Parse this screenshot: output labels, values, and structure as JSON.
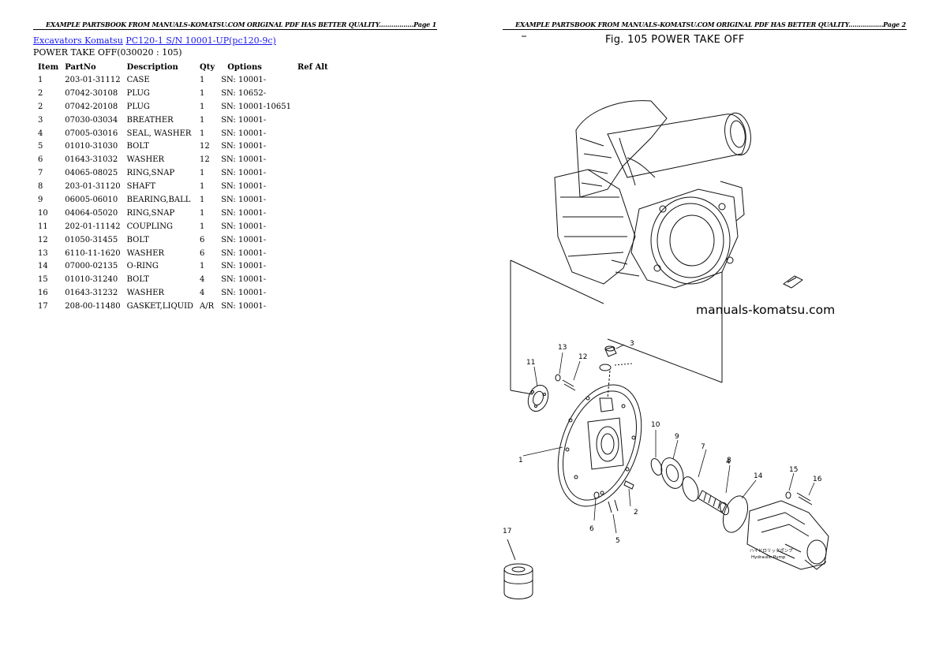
{
  "pages": [
    {
      "header": "EXAMPLE PARTSBOOK FROM MANUALS-KOMATSU.COM ORIGINAL PDF HAS BETTER QUALITY.................Page 1"
    },
    {
      "header": "EXAMPLE PARTSBOOK FROM MANUALS-KOMATSU.COM ORIGINAL PDF HAS BETTER QUALITY.................Page 2"
    }
  ],
  "breadcrumb": {
    "category_link": "Excavators Komatsu",
    "model_link": "PC120-1 S/N 10001-UP(pc120-9c)"
  },
  "subtitle": "POWER TAKE OFF(030020 : 105)",
  "table": {
    "headers": [
      "Item",
      "PartNo",
      "Description",
      "Qty",
      "Options",
      "Ref Alt"
    ],
    "rows": [
      [
        "1",
        "203-01-31112",
        "CASE",
        "1",
        "SN: 10001-",
        ""
      ],
      [
        "2",
        "07042-30108",
        "PLUG",
        "1",
        "SN: 10652-",
        ""
      ],
      [
        "2",
        "07042-20108",
        "PLUG",
        "1",
        "SN: 10001-10651",
        ""
      ],
      [
        "3",
        "07030-03034",
        "BREATHER",
        "1",
        "SN: 10001-",
        ""
      ],
      [
        "4",
        "07005-03016",
        "SEAL, WASHER",
        "1",
        "SN: 10001-",
        ""
      ],
      [
        "5",
        "01010-31030",
        "BOLT",
        "12",
        "SN: 10001-",
        ""
      ],
      [
        "6",
        "01643-31032",
        "WASHER",
        "12",
        "SN: 10001-",
        ""
      ],
      [
        "7",
        "04065-08025",
        "RING,SNAP",
        "1",
        "SN: 10001-",
        ""
      ],
      [
        "8",
        "203-01-31120",
        "SHAFT",
        "1",
        "SN: 10001-",
        ""
      ],
      [
        "9",
        "06005-06010",
        "BEARING,BALL",
        "1",
        "SN: 10001-",
        ""
      ],
      [
        "10",
        "04064-05020",
        "RING,SNAP",
        "1",
        "SN: 10001-",
        ""
      ],
      [
        "11",
        "202-01-11142",
        "COUPLING",
        "1",
        "SN: 10001-",
        ""
      ],
      [
        "12",
        "01050-31455",
        "BOLT",
        "6",
        "SN: 10001-",
        ""
      ],
      [
        "13",
        "6110-11-1620",
        "WASHER",
        "6",
        "SN: 10001-",
        ""
      ],
      [
        "14",
        "07000-02135",
        "O-RING",
        "1",
        "SN: 10001-",
        ""
      ],
      [
        "15",
        "01010-31240",
        "BOLT",
        "4",
        "SN: 10001-",
        ""
      ],
      [
        "16",
        "01643-31232",
        "WASHER",
        "4",
        "SN: 10001-",
        ""
      ],
      [
        "17",
        "208-00-11480",
        "GASKET,LIQUID",
        "A/R",
        "SN: 10001-",
        ""
      ]
    ]
  },
  "figure": {
    "title": "Fig. 105   POWER TAKE OFF",
    "watermark": "manuals-komatsu.com",
    "callouts": [
      "1",
      "2",
      "3",
      "4",
      "5",
      "6",
      "7",
      "8",
      "9",
      "10",
      "11",
      "12",
      "13",
      "14",
      "15",
      "16",
      "17"
    ],
    "pump_label_line1": "ハイドロリックポンプ",
    "pump_label_line2": "Hydraulic Pump"
  }
}
